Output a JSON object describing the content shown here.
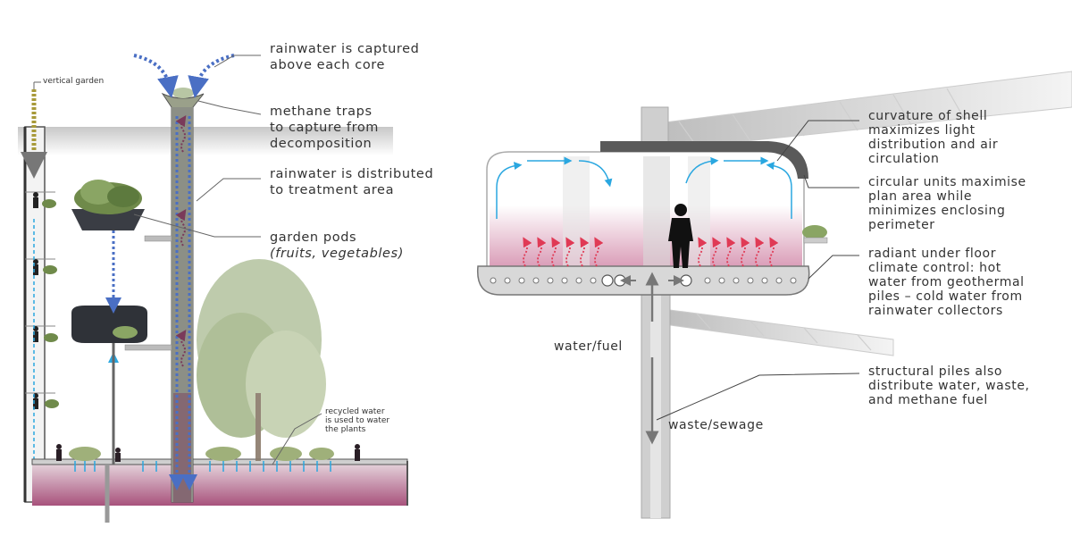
{
  "left_diagram": {
    "vertical_garden": "vertical garden",
    "rainwater_captured": [
      "rainwater is captured",
      "above each core"
    ],
    "methane_traps": [
      "methane traps",
      "to capture from",
      "decomposition"
    ],
    "rainwater_distributed": [
      "rainwater is distributed",
      "to treatment area"
    ],
    "garden_pods": "garden pods",
    "garden_pods_sub": "(fruits, vegetables)",
    "recycled_water": [
      "recycled water",
      "is used to water",
      "the plants"
    ]
  },
  "right_diagram": {
    "curvature": [
      "curvature of shell",
      "maximizes light",
      "distribution and air",
      "circulation"
    ],
    "circular_units": [
      "circular units maximise",
      "plan area while",
      "minimizes enclosing",
      "perimeter"
    ],
    "radiant": [
      "radiant under floor",
      "climate control: hot",
      "water from geothermal",
      "piles – cold water from",
      "rainwater collectors"
    ],
    "structural_piles": [
      "structural piles also",
      "distribute water, waste,",
      "and methane fuel"
    ],
    "water_fuel": "water/fuel",
    "waste_sewage": "waste/sewage"
  },
  "colors": {
    "blue_arrow": "#4a6fc4",
    "cyan_arrow": "#2aa7e0",
    "heat_arrow": "#e03a55",
    "methane": "#7a3a5a"
  }
}
